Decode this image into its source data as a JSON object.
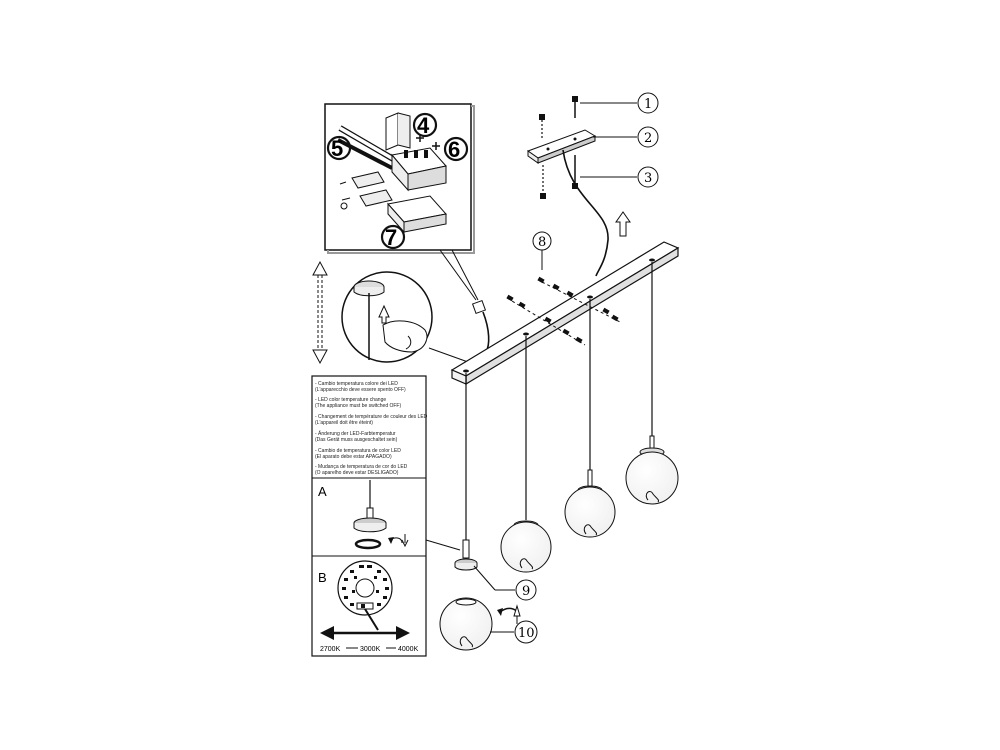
{
  "callouts": {
    "c1": "1",
    "c2": "2",
    "c3": "3",
    "c4": "4",
    "c5": "5",
    "c6": "6",
    "c7": "7",
    "c8": "8",
    "c9": "9",
    "c10": "10"
  },
  "notes": [
    {
      "line1": "- Cambio temperatura colore dei LED",
      "line2": "(L'apparecchio deve essere spento OFF)"
    },
    {
      "line1": "- LED color temperature change",
      "line2": "(The appliance must be switched OFF)"
    },
    {
      "line1": "- Changement de température de couleur des LED",
      "line2": "(L'appareil doit être éteint)"
    },
    {
      "line1": "- Änderung der LED-Farbtemperatur",
      "line2": "(Das Gerät muss ausgeschaltet sein)"
    },
    {
      "line1": "- Cambio de temperatura de color LED",
      "line2": "(El aparato debe estar APAGADO)"
    },
    {
      "line1": "- Mudança de temperatura de cor do LED",
      "line2": "(O aparelho deve estar DESLIGADO)"
    }
  ],
  "panels": {
    "a": "A",
    "b": "B"
  },
  "kelvin": {
    "k1": "2700K",
    "k2": "3000K",
    "k3": "4000K"
  },
  "colors": {
    "ink": "#111111",
    "shade": "#bdbdbd",
    "paper": "#ffffff"
  }
}
